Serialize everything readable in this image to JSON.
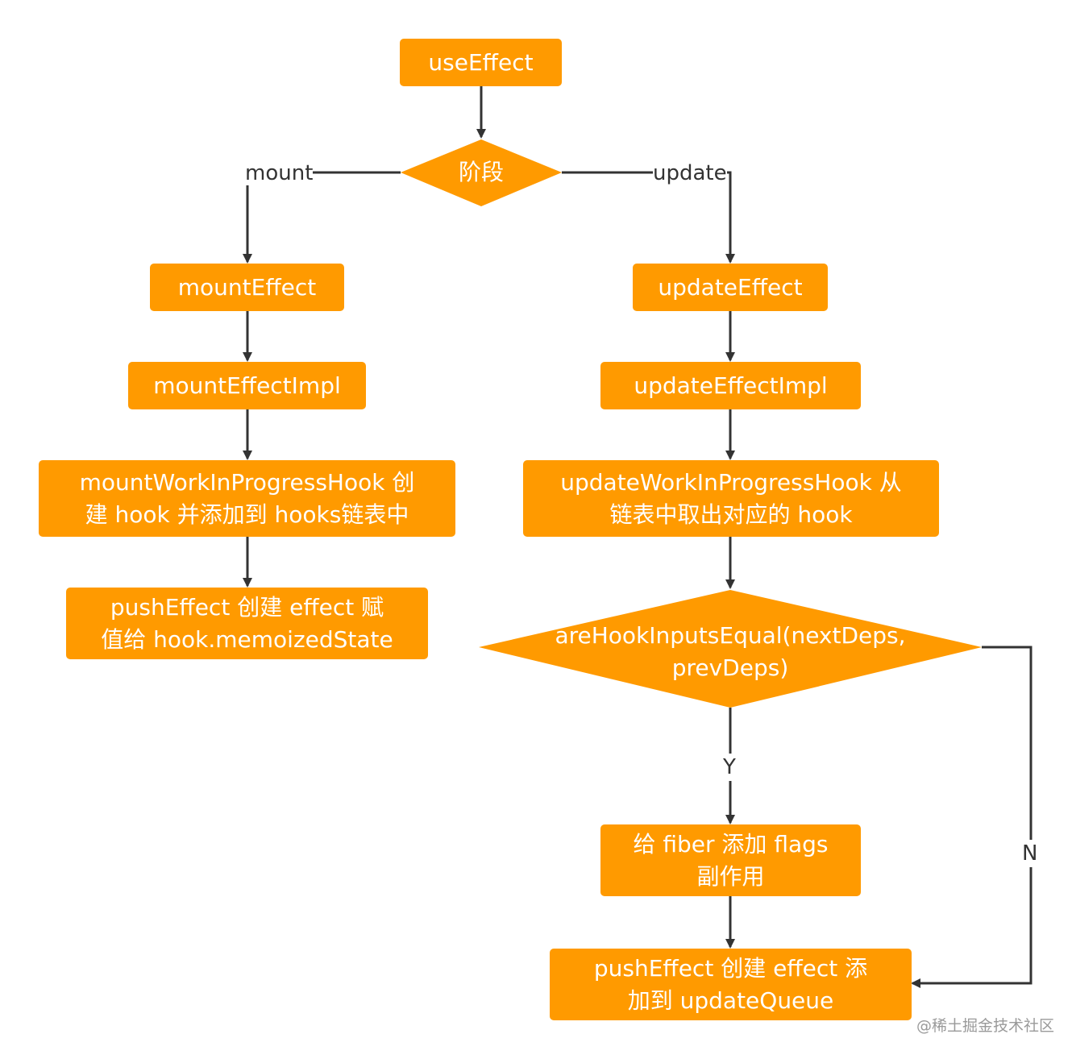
{
  "colors": {
    "node_fill": "#ff9a00",
    "node_text": "#ffffff",
    "edge": "#333333",
    "label_text": "#333333",
    "watermark": "#9a9a9a"
  },
  "nodes": {
    "use_effect": "useEffect",
    "phase": "阶段",
    "mount_effect": "mountEffect",
    "mount_effect_impl": "mountEffectImpl",
    "mount_wip_hook": "mountWorkInProgressHook 创\n建 hook 并添加到 hooks链表中",
    "mount_push_effect": "pushEffect 创建 effect 赋\n值给 hook.memoizedState",
    "update_effect": "updateEffect",
    "update_effect_impl": "updateEffectImpl",
    "update_wip_hook": "updateWorkInProgressHook 从\n链表中取出对应的 hook",
    "are_inputs_equal": "areHookInputsEqual(nextDeps,\nprevDeps)",
    "add_flags": "给 fiber 添加 flags\n副作用",
    "update_push_effect": "pushEffect 创建 effect 添\n加到 updateQueue"
  },
  "edge_labels": {
    "mount": "mount",
    "update": "update",
    "yes": "Y",
    "no": "N"
  },
  "watermark": "@稀土掘金技术社区"
}
